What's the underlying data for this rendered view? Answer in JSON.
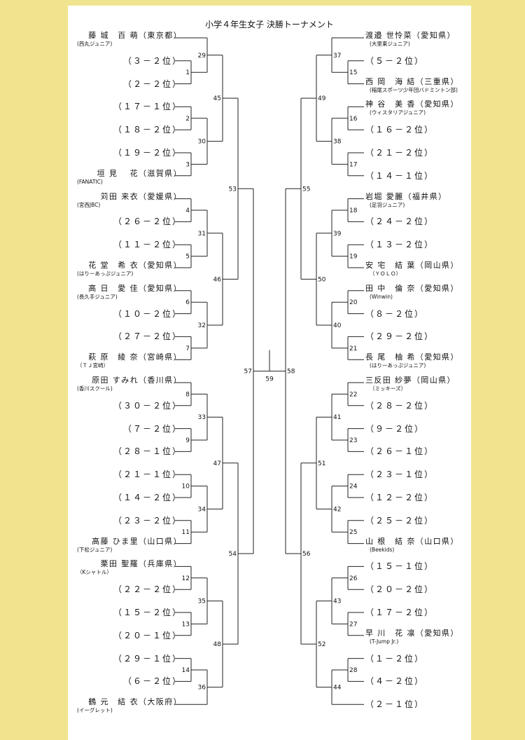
{
  "title": "小学４年生女子 決勝トーナメント",
  "left_entries": [
    {
      "name": "藤 城　百 萌（東京都）",
      "sub": "(西丸ジュニア)"
    },
    {
      "name": "（３－２位）",
      "sub": ""
    },
    {
      "name": "（２－２位）",
      "sub": ""
    },
    {
      "name": "（１７－１位）",
      "sub": ""
    },
    {
      "name": "（１８－２位）",
      "sub": ""
    },
    {
      "name": "（１９－２位）",
      "sub": ""
    },
    {
      "name": "垣 見　 花（滋賀県）",
      "sub": "(FANATIC)"
    },
    {
      "name": "苅田 来衣（愛媛県）",
      "sub": "(宮西JBC)"
    },
    {
      "name": "（２６－２位）",
      "sub": ""
    },
    {
      "name": "（１１－２位）",
      "sub": ""
    },
    {
      "name": "花 堂　希 衣（愛知県）",
      "sub": "(はりーあっぷジュニア)"
    },
    {
      "name": "高 日　愛 佳（愛知県）",
      "sub": "(長久手ジュニア)"
    },
    {
      "name": "（１０－２位）",
      "sub": ""
    },
    {
      "name": "（２７－２位）",
      "sub": ""
    },
    {
      "name": "萩 原　綾 奈（宮崎県）",
      "sub": "（ＴＪ宮崎）"
    },
    {
      "name": "原田 すみれ（香川県）",
      "sub": "(香川スクール)"
    },
    {
      "name": "（３０－２位）",
      "sub": ""
    },
    {
      "name": "（７－２位）",
      "sub": ""
    },
    {
      "name": "（２８－１位）",
      "sub": ""
    },
    {
      "name": "（２１－１位）",
      "sub": ""
    },
    {
      "name": "（１４－２位）",
      "sub": ""
    },
    {
      "name": "（２３－２位）",
      "sub": ""
    },
    {
      "name": "高藤 ひま里（山口県）",
      "sub": "(下松ジュニア)"
    },
    {
      "name": "栗田 聖羅（兵庫県）",
      "sub": "（Kシャトル）"
    },
    {
      "name": "（２２－２位）",
      "sub": ""
    },
    {
      "name": "（１５－２位）",
      "sub": ""
    },
    {
      "name": "（２０－１位）",
      "sub": ""
    },
    {
      "name": "（２９－１位）",
      "sub": ""
    },
    {
      "name": "（６－２位）",
      "sub": ""
    },
    {
      "name": "鶴 元　結 衣（大阪府）",
      "sub": "(イーグレット)"
    }
  ],
  "right_entries": [
    {
      "name": "渡邉 世怜菜（愛知県）",
      "sub": "(大里東ジュニア)"
    },
    {
      "name": "（５－２位）",
      "sub": ""
    },
    {
      "name": "西 岡　海 結（三重県）",
      "sub": "(稲尾スポーツ少年団バドミントン部)"
    },
    {
      "name": "神 谷　美 香（愛知県）",
      "sub": "(ウィスタリアジュニア)"
    },
    {
      "name": "（１６－２位）",
      "sub": ""
    },
    {
      "name": "（２１－２位）",
      "sub": ""
    },
    {
      "name": "（１４－１位）",
      "sub": ""
    },
    {
      "name": "岩堀 愛麗（福井県）",
      "sub": "(足羽ジュニア)"
    },
    {
      "name": "（２４－２位）",
      "sub": ""
    },
    {
      "name": "（１３－２位）",
      "sub": ""
    },
    {
      "name": "安 宅　結 葉（岡山県）",
      "sub": "（ＹＯＬＯ）"
    },
    {
      "name": "田 中　倫 奈（愛知県）",
      "sub": "(Winwin)"
    },
    {
      "name": "（８－２位）",
      "sub": ""
    },
    {
      "name": "（２９－２位）",
      "sub": ""
    },
    {
      "name": "長 尾　柚 希（愛知県）",
      "sub": "(はりーあっぷジュニア)"
    },
    {
      "name": "三反田 紗夢（岡山県）",
      "sub": "（ミッキーズ）"
    },
    {
      "name": "（２８－２位）",
      "sub": ""
    },
    {
      "name": "（９－２位）",
      "sub": ""
    },
    {
      "name": "（２６－１位）",
      "sub": ""
    },
    {
      "name": "（２３－１位）",
      "sub": ""
    },
    {
      "name": "（１２－２位）",
      "sub": ""
    },
    {
      "name": "（２５－２位）",
      "sub": ""
    },
    {
      "name": "山 根　結 奈（山口県）",
      "sub": "(Beekids)"
    },
    {
      "name": "（１５－１位）",
      "sub": ""
    },
    {
      "name": "（２０－２位）",
      "sub": ""
    },
    {
      "name": "（１７－２位）",
      "sub": ""
    },
    {
      "name": "早 川　花 凛（愛知県）",
      "sub": "(T-Jump Jr.)"
    },
    {
      "name": "（１－２位）",
      "sub": ""
    },
    {
      "name": "（４－２位）",
      "sub": ""
    },
    {
      "name": "（２－１位）",
      "sub": ""
    }
  ],
  "left_matches": {
    "r1": [
      "29",
      "1",
      "2",
      "30",
      "3",
      "4",
      "31",
      "5",
      "6",
      "32",
      "7",
      "8",
      "33",
      "9",
      "10",
      "34",
      "11",
      "12",
      "35",
      "13",
      "14",
      "36"
    ],
    "r2": [
      "45",
      "46",
      "47",
      "48"
    ],
    "r3": [
      "53",
      "54"
    ],
    "semi": "57"
  },
  "right_matches": {
    "r1": [
      "37",
      "15",
      "16",
      "38",
      "17",
      "18",
      "39",
      "19",
      "20",
      "40",
      "21",
      "22",
      "41",
      "23",
      "24",
      "42",
      "25",
      "26",
      "43",
      "27",
      "28",
      "44"
    ],
    "r2": [
      "49",
      "50",
      "51",
      "52"
    ],
    "r3": [
      "55",
      "56"
    ],
    "semi": "58"
  },
  "final": "59"
}
